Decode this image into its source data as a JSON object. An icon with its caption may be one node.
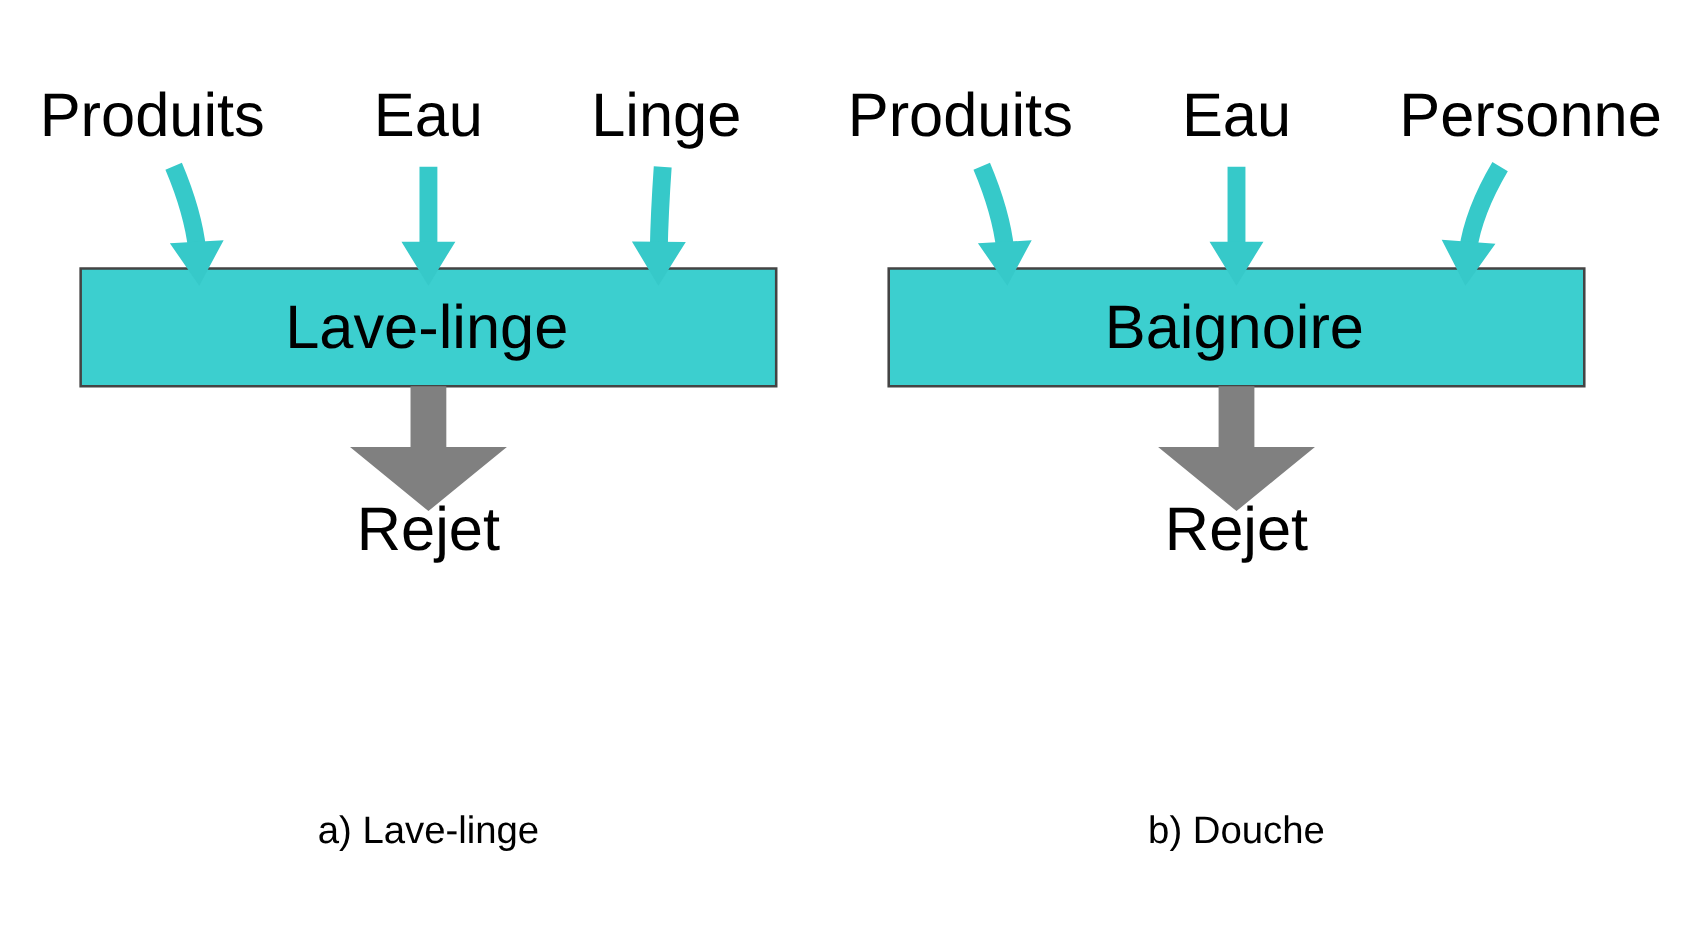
{
  "diagram": {
    "nodes": [
      {
        "text": [
          "Produits"
        ]
      },
      {
        "text": [
          "Eau"
        ]
      },
      {
        "text": [
          "Linge"
        ]
      },
      {
        "text": [
          "Lave-linge"
        ]
      },
      {
        "text": [
          "Rejet"
        ]
      },
      {
        "text": [
          "Produits"
        ]
      },
      {
        "text": [
          "Eau"
        ]
      },
      {
        "text": [
          "Personne"
        ]
      },
      {
        "text": [
          "Baignoire"
        ]
      },
      {
        "text": [
          "Rejet"
        ]
      }
    ],
    "edges": [
      {
        "from": 0,
        "to": 3,
        "arrow": "to"
      },
      {
        "from": 1,
        "to": 3,
        "arrow": "to"
      },
      {
        "from": 2,
        "to": 3,
        "arrow": "to"
      },
      {
        "from": 3,
        "to": 4,
        "arrow": "to",
        "style": "thick",
        "color": "#808080"
      },
      {
        "from": 5,
        "to": 8,
        "arrow": "to"
      },
      {
        "from": 6,
        "to": 8,
        "arrow": "to"
      },
      {
        "from": 7,
        "to": 8,
        "arrow": "to"
      },
      {
        "from": 8,
        "to": 9,
        "arrow": "to",
        "style": "thick",
        "color": "#808080"
      }
    ],
    "labels": [
      "a) Lave-linge",
      "b) Douche"
    ]
  }
}
